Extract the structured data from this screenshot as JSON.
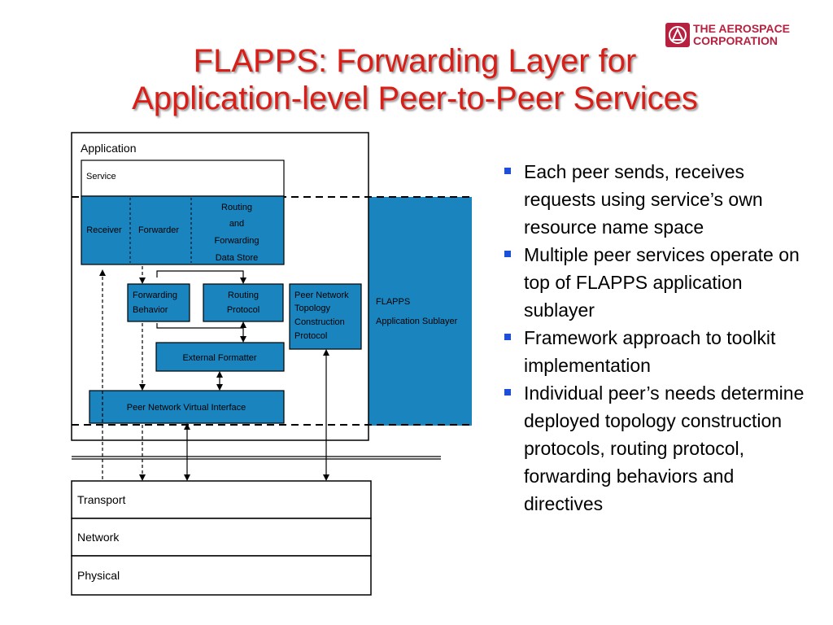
{
  "slide": {
    "title_line1": "FLAPPS: Forwarding Layer for",
    "title_line2": "Application-level Peer-to-Peer Services"
  },
  "logo": {
    "line1": "THE AEROSPACE",
    "line2": "CORPORATION",
    "color": "#b5213f",
    "icon": "aerospace-logo-icon"
  },
  "colors": {
    "title": "#d91e18",
    "box_fill": "#1a84bf",
    "bullet": "#1e4fd8"
  },
  "bullets": [
    "Each peer sends, receives requests using service’s own resource name space",
    "Multiple peer services operate on top of FLAPPS application sublayer",
    "Framework approach to toolkit implementation",
    "Individual peer’s needs determine deployed topology construction protocols, routing protocol, forwarding behaviors and directives"
  ],
  "diagram": {
    "application": "Application",
    "service": "Service",
    "receiver": "Receiver",
    "forwarder": "Forwarder",
    "routing_store": [
      "Routing",
      "and",
      "Forwarding",
      "Data Store"
    ],
    "forwarding_behavior": [
      "Forwarding",
      "Behavior"
    ],
    "routing_protocol": [
      "Routing",
      "Protocol"
    ],
    "peer_network_topology": [
      "Peer Network",
      "Topology",
      "Construction",
      "Protocol"
    ],
    "flapps_sublayer": [
      "FLAPPS",
      "Application Sublayer"
    ],
    "external_formatter": "External Formatter",
    "virtual_interface": "Peer Network Virtual Interface",
    "transport": "Transport",
    "network": "Network",
    "physical": "Physical"
  }
}
